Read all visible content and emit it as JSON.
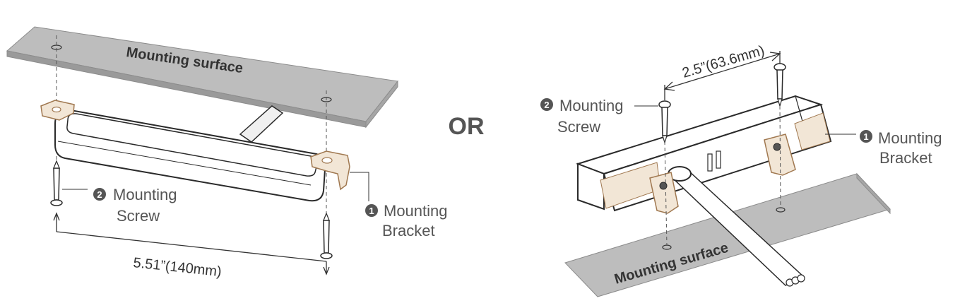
{
  "left": {
    "surface_label": "Mounting surface",
    "screw_label": {
      "num": "2",
      "line1": "Mounting",
      "line2": "Screw"
    },
    "bracket_label": {
      "num": "1",
      "line1": "Mounting",
      "line2": "Bracket"
    },
    "dimension": "5.51”(140mm)"
  },
  "separator": "OR",
  "right": {
    "surface_label": "Mounting surface",
    "screw_label": {
      "num": "2",
      "line1": "Mounting",
      "line2": "Screw"
    },
    "bracket_label": {
      "num": "1",
      "line1": "Mounting",
      "line2": "Bracket"
    },
    "dimension": "2.5”(63.6mm)"
  },
  "colors": {
    "surface": "#b8b8b8",
    "surface_edge": "#8c8c8c",
    "bracket": "#f2e6d6",
    "bracket_stroke": "#a07850",
    "outline": "#2a2a2a",
    "label_text": "#555555"
  }
}
